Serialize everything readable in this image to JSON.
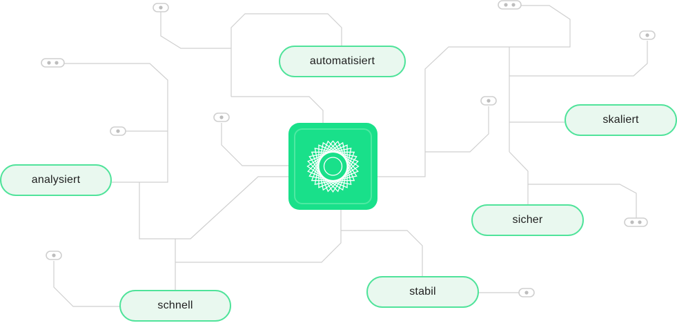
{
  "nodes": {
    "automatisiert": "automatisiert",
    "skaliert": "skaliert",
    "analysiert": "analysiert",
    "sicher": "sicher",
    "stabil": "stabil",
    "schnell": "schnell"
  },
  "colors": {
    "accent": "#19e08a",
    "pill_border": "#4fe39a",
    "pill_fill": "#e9f8ef",
    "wire": "#cfcfcf",
    "connector": "#bdbdbd"
  },
  "icons": {
    "hub": "geometric-star-icon",
    "connector": "connector-dot-icon"
  }
}
